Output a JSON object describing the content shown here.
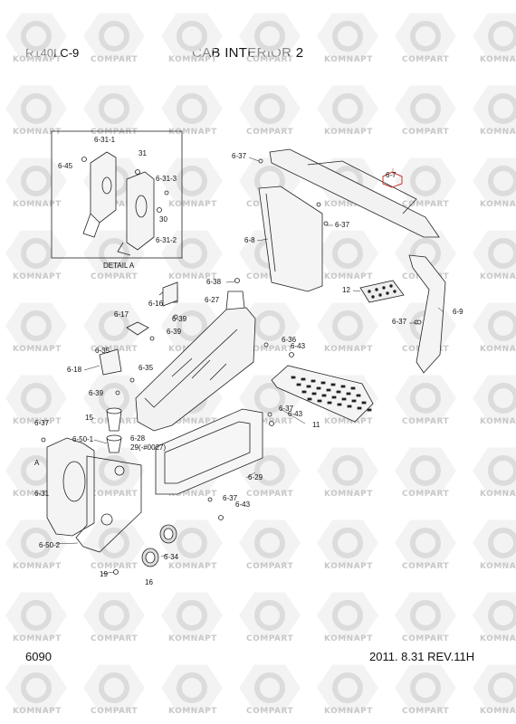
{
  "header": {
    "model": "R140LC-9",
    "title": "CAB INTERIOR 2"
  },
  "footer": {
    "page_number": "6090",
    "revision": "2011. 8.31 REV.11H"
  },
  "watermark": {
    "brand_a": "KOMNAPT",
    "brand_b": "COMPART"
  },
  "detail": {
    "caption": "DETAIL A",
    "marker": "A"
  },
  "labels": [
    "6-31-1",
    "31",
    "6-45",
    "6-31-3",
    "30",
    "6-31-2",
    "6-37",
    "6-7",
    "6-37",
    "6-8",
    "6-9",
    "12",
    "6-37",
    "6-38",
    "6-16",
    "6-27",
    "6-17",
    "6-39",
    "6-39",
    "6-35",
    "6-18",
    "6-35",
    "6-39",
    "6-36",
    "6-43",
    "6-37",
    "11",
    "15",
    "6-43",
    "6-28",
    "29(-#0027)",
    "6-37",
    "6-50-1",
    "6-29",
    "6-31",
    "6-37",
    "6-43",
    "6-50-2",
    "6-34",
    "19",
    "16"
  ]
}
